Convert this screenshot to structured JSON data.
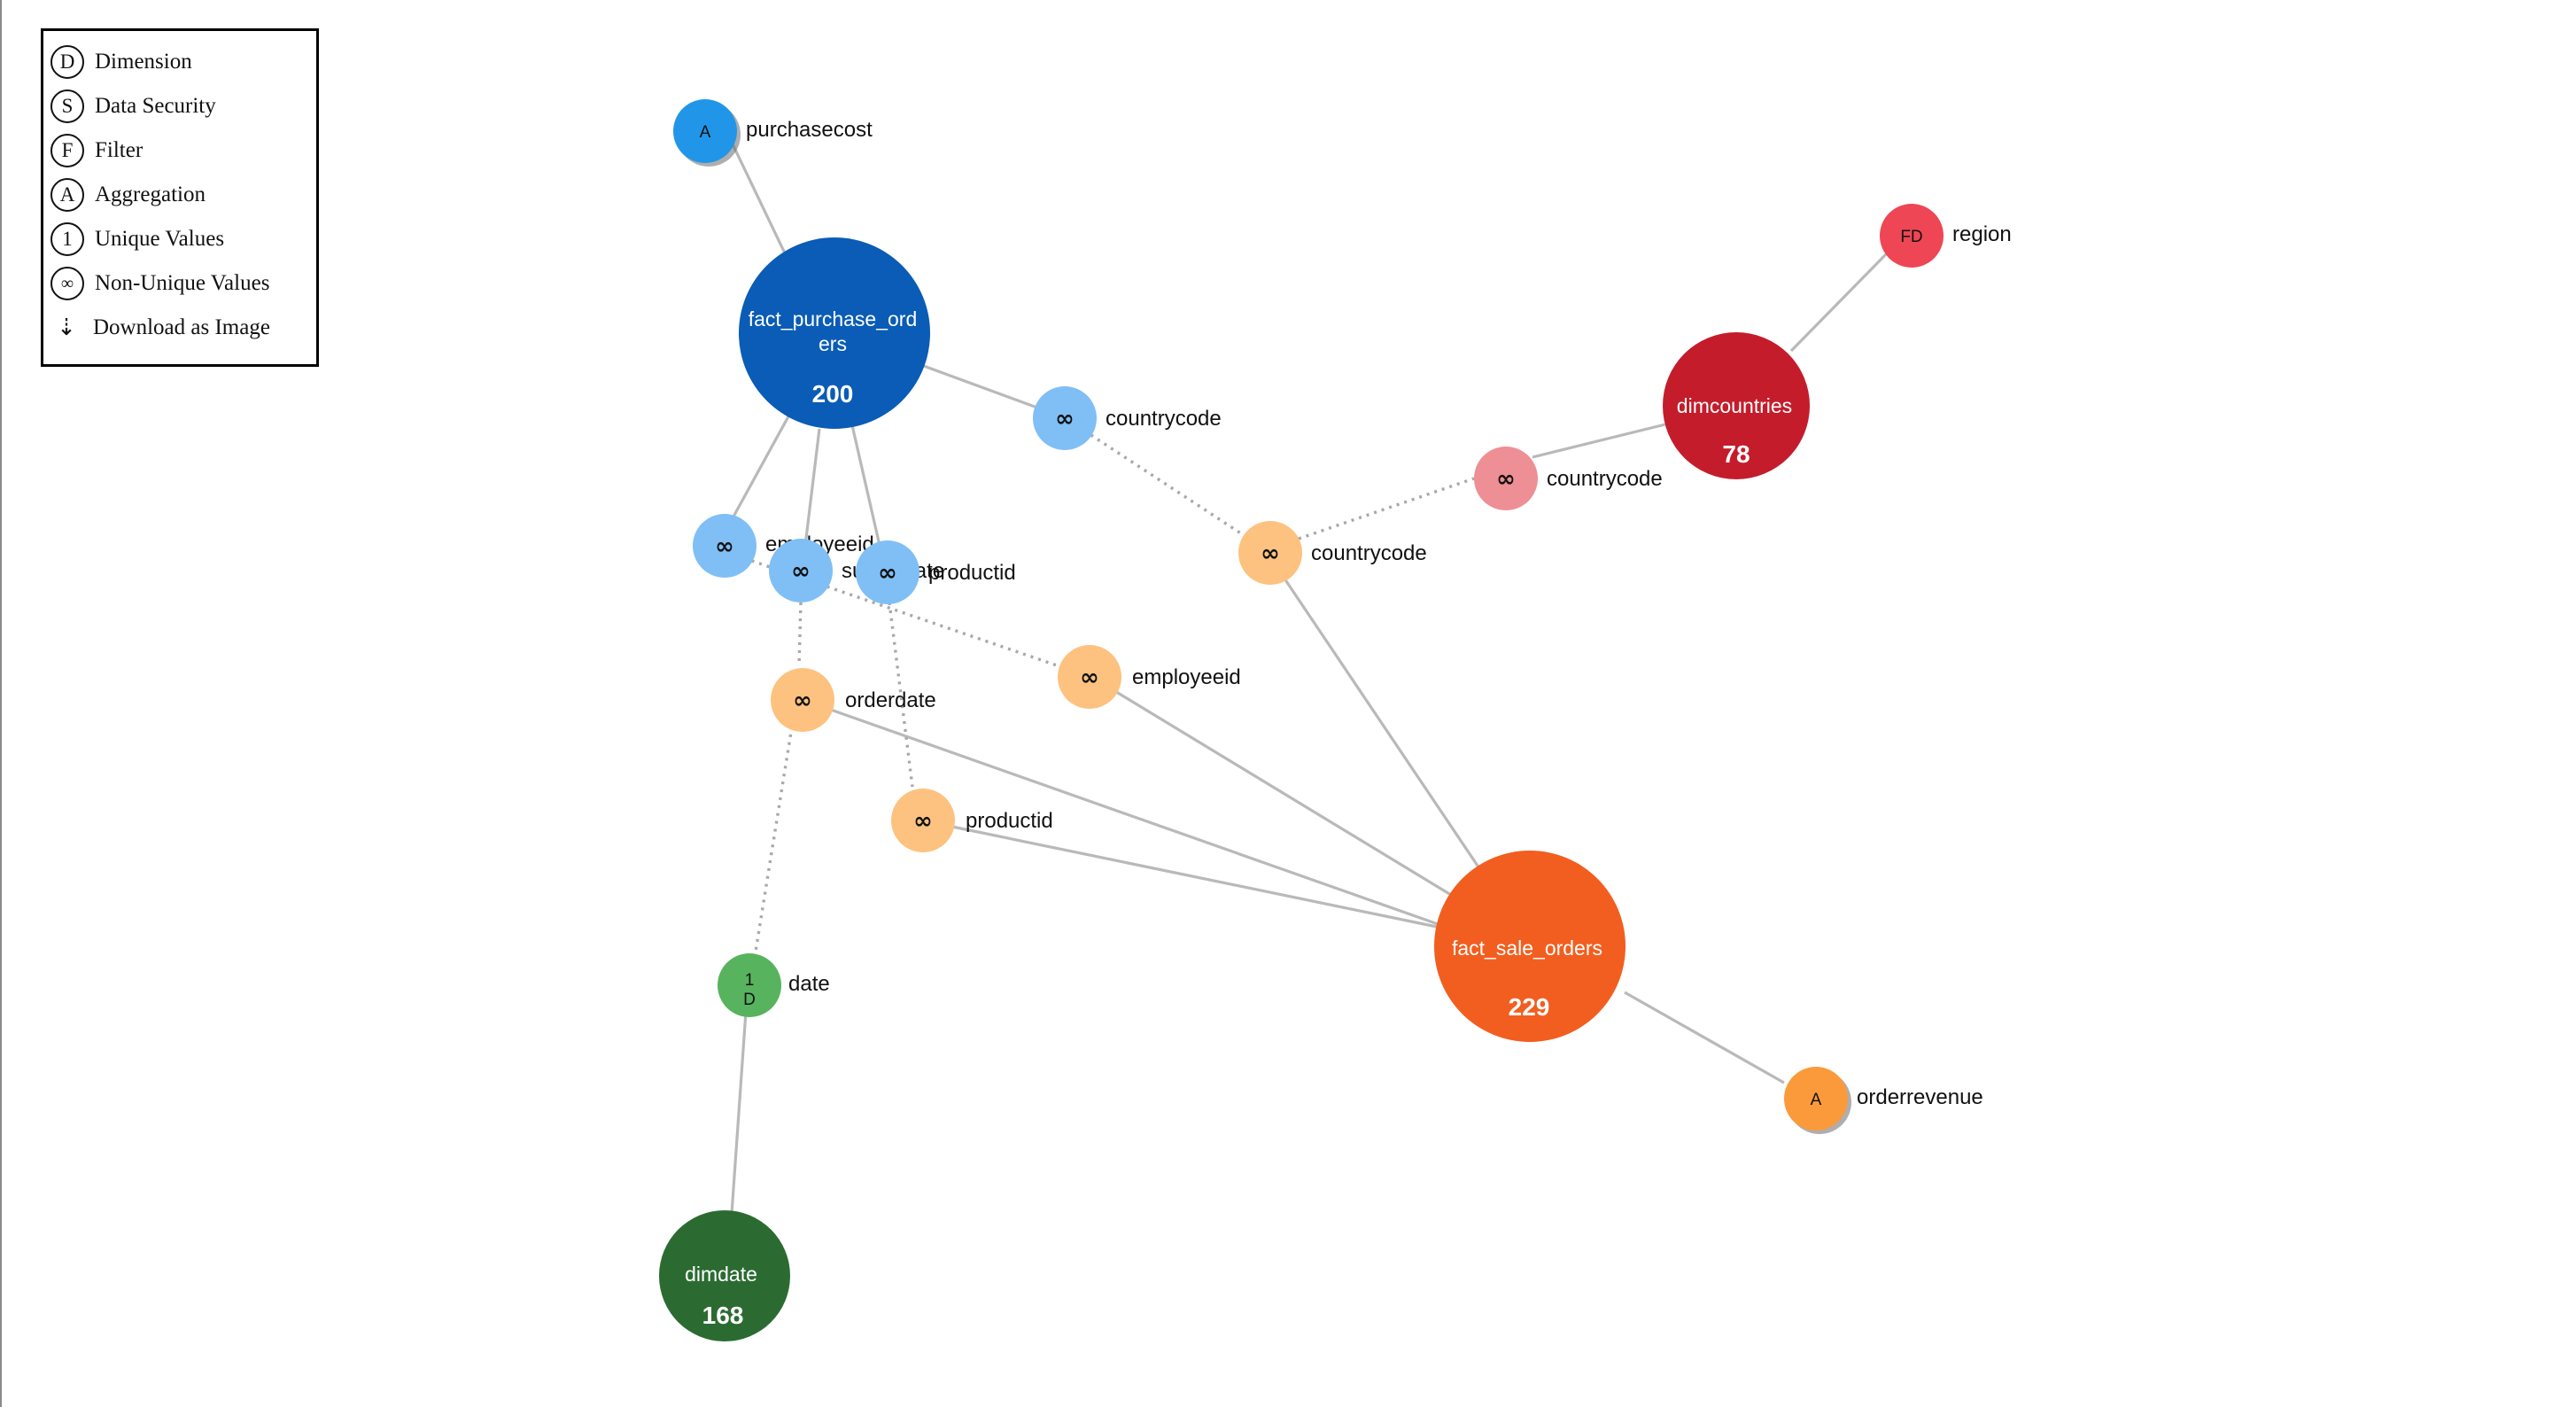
{
  "legend": {
    "items": [
      {
        "glyph": "D",
        "label": "Dimension"
      },
      {
        "glyph": "S",
        "label": "Data Security"
      },
      {
        "glyph": "F",
        "label": "Filter"
      },
      {
        "glyph": "A",
        "label": "Aggregation"
      },
      {
        "glyph": "1",
        "label": "Unique Values"
      },
      {
        "glyph": "∞",
        "label": "Non-Unique Values"
      }
    ],
    "download": {
      "icon": "download-arrow-icon",
      "glyph": "⇣",
      "label": "Download as Image"
    }
  },
  "colors": {
    "fact_purchase_orders": "#0a5cb6",
    "purchase_column": "#7fbff5",
    "purchase_aggregation": "#2196e8",
    "fact_sale_orders": "#f25e1f",
    "sale_column": "#fdc27f",
    "sale_aggregation": "#fb9a3a",
    "dimcountries": "#c41c2b",
    "dimcountries_column": "#ee8e95",
    "dimcountries_filter": "#ee4654",
    "dimdate": "#2b6b32",
    "dimdate_column": "#58b35e",
    "edge": "#b9b9b9"
  },
  "tables": [
    {
      "id": "fact_purchase_orders",
      "name": "fact_purchase_orders",
      "count": "200"
    },
    {
      "id": "fact_sale_orders",
      "name": "fact_sale_orders",
      "count": "229"
    },
    {
      "id": "dimcountries",
      "name": "dimcountries",
      "count": "78"
    },
    {
      "id": "dimdate",
      "name": "dimdate",
      "count": "168"
    }
  ],
  "columns": [
    {
      "id": "purchasecost",
      "label": "purchasecost",
      "glyph": "A",
      "table": "fact_purchase_orders"
    },
    {
      "id": "po_countrycode",
      "label": "countrycode",
      "glyph": "∞",
      "table": "fact_purchase_orders"
    },
    {
      "id": "po_employeeid",
      "label": "employeeid",
      "glyph": "∞",
      "table": "fact_purchase_orders"
    },
    {
      "id": "po_supplydate",
      "label": "supplydate",
      "glyph": "∞",
      "table": "fact_purchase_orders"
    },
    {
      "id": "po_productid",
      "label": "productid",
      "glyph": "∞",
      "table": "fact_purchase_orders"
    },
    {
      "id": "so_countrycode",
      "label": "countrycode",
      "glyph": "∞",
      "table": "fact_sale_orders"
    },
    {
      "id": "so_employeeid",
      "label": "employeeid",
      "glyph": "∞",
      "table": "fact_sale_orders"
    },
    {
      "id": "so_orderdate",
      "label": "orderdate",
      "glyph": "∞",
      "table": "fact_sale_orders"
    },
    {
      "id": "so_productid",
      "label": "productid",
      "glyph": "∞",
      "table": "fact_sale_orders"
    },
    {
      "id": "orderrevenue",
      "label": "orderrevenue",
      "glyph": "A",
      "table": "fact_sale_orders"
    },
    {
      "id": "dc_countrycode",
      "label": "countrycode",
      "glyph": "∞",
      "table": "dimcountries"
    },
    {
      "id": "region",
      "label": "region",
      "glyph": "FD",
      "table": "dimcountries"
    },
    {
      "id": "dd_date",
      "label": "date",
      "glyph": "1",
      "glyph2": "D",
      "table": "dimdate"
    }
  ]
}
